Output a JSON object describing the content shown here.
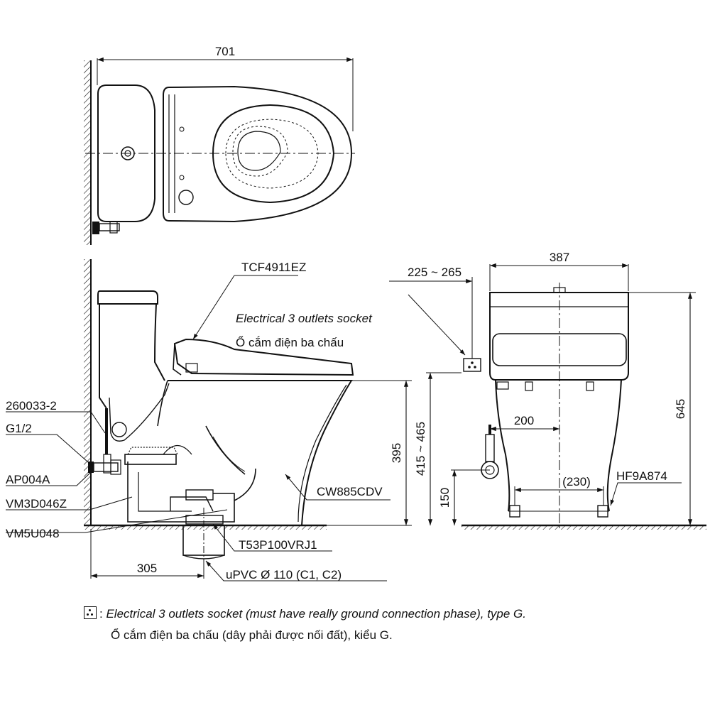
{
  "dimensions": {
    "top_length": "701",
    "side_depth": "305",
    "seat_height_front": "395",
    "seat_height_range": "415 ~ 465",
    "rear_width": "387",
    "socket_offset": "225 ~ 265",
    "total_height": "645",
    "supply_offset": "200",
    "supply_height": "150",
    "bolt_spacing": "(230)"
  },
  "parts": {
    "seat": "TCF4911EZ",
    "hose": "260033-2",
    "thread": "G1/2",
    "valve": "AP004A",
    "flush_valve": "VM3D046Z",
    "drain_kit": "VM5U048",
    "bowl": "CW885CDV",
    "flange": "T53P100VRJ1",
    "pipe": "uPVC Ø 110 (C1, C2)",
    "bolts": "HF9A874"
  },
  "socket_label": {
    "en": "Electrical 3 outlets socket",
    "vi": "Ổ cắm điện ba chấu"
  },
  "legend": {
    "separator": ":",
    "en": "Electrical 3 outlets socket (must have really ground connection phase), type G.",
    "vi": "Ổ cắm điện ba chấu (dây phải được nối đất), kiểu G."
  }
}
